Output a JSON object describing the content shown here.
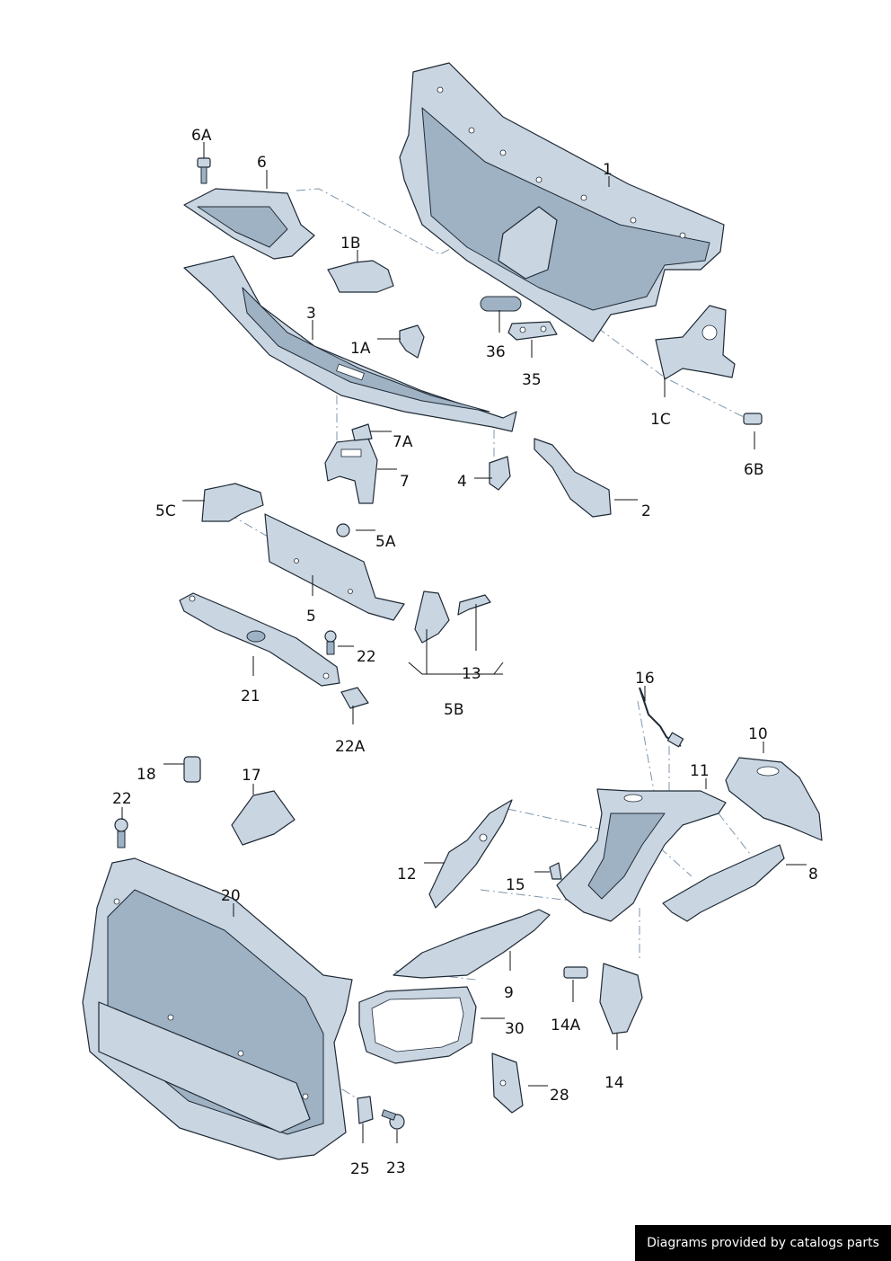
{
  "labels": [
    "6A",
    "6",
    "1",
    "1B",
    "3",
    "1A",
    "36",
    "35",
    "1C",
    "6B",
    "7A",
    "7",
    "4",
    "2",
    "5C",
    "5A",
    "5",
    "13",
    "22",
    "21",
    "5B",
    "22A",
    "16",
    "10",
    "18",
    "17",
    "11",
    "22",
    "12",
    "15",
    "8",
    "20",
    "9",
    "14A",
    "30",
    "14",
    "28",
    "25",
    "23"
  ],
  "footer": {
    "credit": "Diagrams provided by catalogs parts"
  },
  "colors": {
    "part_fill": "#c9d6e2",
    "part_stroke": "#1f2a36",
    "dash_line": "#7f96ac",
    "credit_bg": "#000000"
  }
}
